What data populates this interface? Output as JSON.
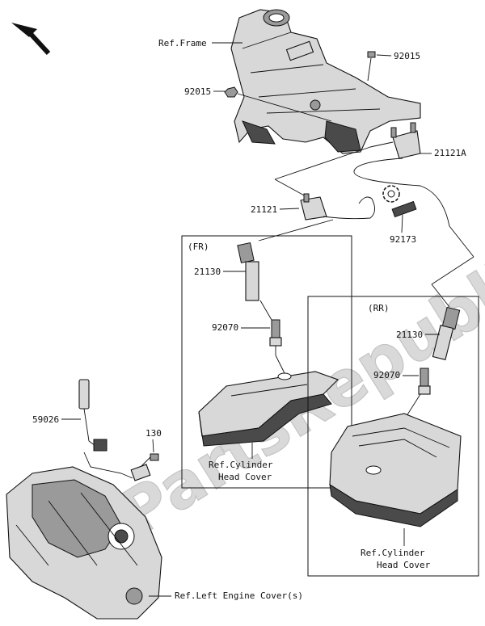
{
  "watermark": "PartsRepublik",
  "labels": {
    "ref_frame": "Ref.Frame",
    "p92015_top": "92015",
    "p92015_left": "92015",
    "p21121a": "21121A",
    "p21121": "21121",
    "p92173": "92173",
    "fr": "(FR)",
    "p21130_fr": "21130",
    "p92070_fr": "92070",
    "ref_cyl_fr_1": "Ref.Cylinder",
    "ref_cyl_fr_2": "Head Cover",
    "rr": "(RR)",
    "p21130_rr": "21130",
    "p92070_rr": "92070",
    "ref_cyl_rr_1": "Ref.Cylinder",
    "ref_cyl_rr_2": "Head Cover",
    "p59026": "59026",
    "p130": "130",
    "ref_left_engine": "Ref.Left Engine Cover(s)"
  },
  "icons": {
    "direction": "front-arrow-icon"
  }
}
